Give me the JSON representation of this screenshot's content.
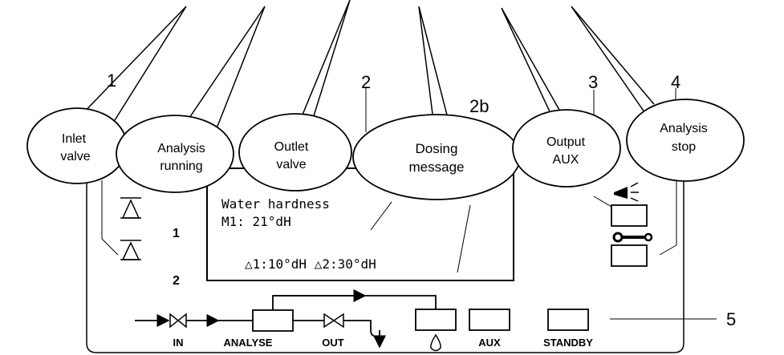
{
  "callouts": {
    "inlet_valve": {
      "line1": "Inlet",
      "line2": "valve",
      "number": "1"
    },
    "analysis_running": {
      "line1": "Analysis",
      "line2": "running"
    },
    "outlet_valve": {
      "line1": "Outlet",
      "line2": "valve"
    },
    "dosing_message": {
      "line1": "Dosing",
      "line2": "message"
    },
    "output_aux": {
      "line1": "Output",
      "line2": "AUX",
      "number": "3"
    },
    "analysis_stop": {
      "line1": "Analysis",
      "line2": "stop",
      "number": "4"
    }
  },
  "ref_numbers": {
    "display": "2",
    "dosing": "2b",
    "panel": "5"
  },
  "display": {
    "line1": "Water hardness",
    "line2": "M1: 21°dH",
    "line3": "△1:10°dH △2:30°dH"
  },
  "left_indicators": {
    "label1": "1",
    "label2": "2"
  },
  "buttons": {
    "in": "IN",
    "analyse": "ANALYSE",
    "out": "OUT",
    "aux": "AUX",
    "standby": "STANDBY"
  },
  "icons": {
    "inlet_valve_1": "triangle-valve-icon",
    "inlet_valve_2": "triangle-valve-icon",
    "horn": "horn-icon",
    "wrench": "wrench-icon",
    "drop": "drop-icon"
  }
}
